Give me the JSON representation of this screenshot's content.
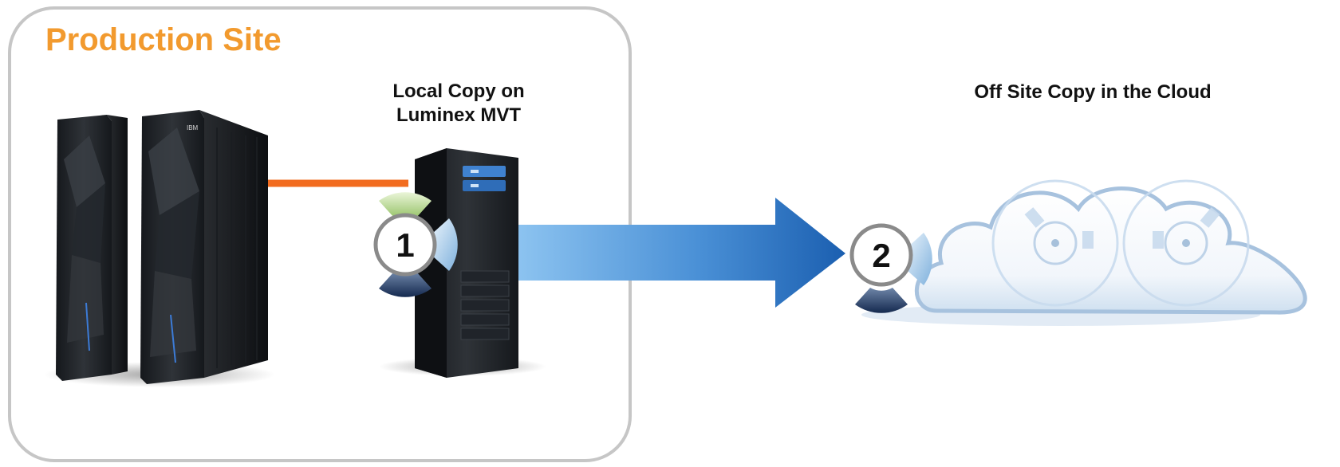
{
  "production_site": {
    "title": "Production Site"
  },
  "local_copy": {
    "line1": "Local Copy on",
    "line2": "Luminex MVT"
  },
  "cloud_copy": {
    "label": "Off Site Copy in the Cloud"
  },
  "mainframe": {
    "badge": "IBM"
  },
  "steps": [
    {
      "number": "1"
    },
    {
      "number": "2"
    }
  ],
  "colors": {
    "title_orange": "#f29a2e",
    "link_orange": "#f26c1f",
    "arrow_blue_light": "#8cc3f0",
    "arrow_blue_dark": "#1b5fb0",
    "frame_gray": "#c6c6c6"
  }
}
